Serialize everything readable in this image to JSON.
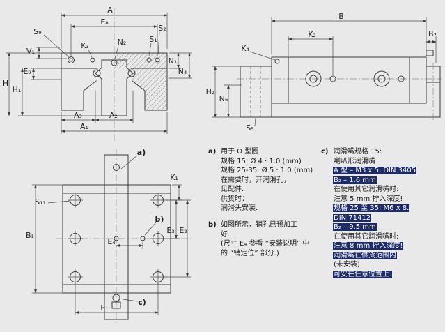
{
  "figure": {
    "type": "technical-drawing",
    "description": "Linear guide runner block dimension drawing: front cross-section, side view, top view, plus notes a) b) c)",
    "background": "#e9e9e9",
    "line_color": "#3c3c3c",
    "highlight_bg": "#1d2b66",
    "highlight_fg": "#ffffff"
  },
  "labels": {
    "A": "A",
    "E8": "E₈",
    "S2": "S₂",
    "S1": "S₁",
    "S9": "S₉",
    "K3": "K₃",
    "N2": "N₂",
    "N1": "N₁",
    "N4": "N₄",
    "V1": "V₁",
    "E9": "E₉",
    "H": "H",
    "H1": "H₁",
    "A3": "A₃",
    "A2": "A₂",
    "A1": "A₁",
    "B": "B",
    "K2": "K₂",
    "B2": "B₂",
    "K4": "K₄",
    "H2": "H₂",
    "N6": "N₆",
    "S5": "S₅",
    "K1": "K₁",
    "S11": "S₁₁",
    "B1": "B₁",
    "E2": "E₂",
    "E3": "E₃",
    "E4": "E₄",
    "E1": "E₁",
    "ca": "a)",
    "cb": "b)",
    "cc": "c)"
  },
  "notes": {
    "a": {
      "marker": "a)",
      "lines": [
        "用于 O 型圈",
        "规格 15: Ø 4 · 1.0 (mm)",
        "规格 25-35: Ø 5 · 1.0 (mm)",
        "在需要时，开润滑孔，",
        "见配件.",
        "供货时：",
        "润滑头安装."
      ]
    },
    "b": {
      "marker": "b)",
      "lines": [
        "如图所示，销孔已预加工",
        "好.",
        "(尺寸 E₄ 参看 “安装说明” 中",
        "的 “销定位” 部分.)"
      ]
    },
    "c": {
      "marker": "c)",
      "lines": [
        {
          "text": "润滑嘴规格 15:",
          "highlight": false
        },
        {
          "text": "喇叭形润滑嘴",
          "highlight": false
        },
        {
          "text": "A 型 – M3 x 5, DIN 3405",
          "highlight": true
        },
        {
          "text": "B₂ – 1.6 mm",
          "highlight": true
        },
        {
          "text": "在使用其它润滑嘴时:",
          "highlight": false
        },
        {
          "text": "注意 5 mm 拧入深度!",
          "highlight": false
        },
        {
          "text": "规格 25 至 35: M6 x 8.",
          "highlight": true
        },
        {
          "text": "DIN 71412",
          "highlight": true
        },
        {
          "text": "B₂ – 9.5 mm",
          "highlight": true
        },
        {
          "text": "在使用其它润滑嘴时:",
          "highlight": false
        },
        {
          "text": "注意 8 mm 拧入深度!",
          "highlight": true
        },
        {
          "text": "润滑嘴在供货范围内",
          "highlight": true
        },
        {
          "text": "(未安装).",
          "highlight": false
        },
        {
          "text": "可安在任意位置上.",
          "highlight": true
        }
      ]
    }
  }
}
